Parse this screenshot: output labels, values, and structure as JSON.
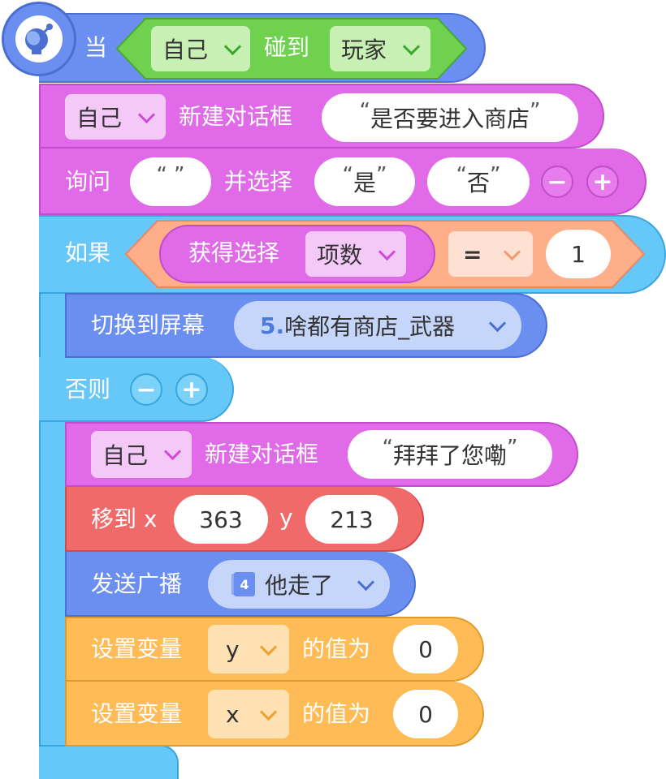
{
  "hat": {
    "when_label": "当",
    "self_dropdown": "自己",
    "touch_label": "碰到",
    "target_dropdown": "玩家"
  },
  "say_block": {
    "actor_dropdown": "自己",
    "action_label": "新建对话框",
    "text": "是否要进入商店"
  },
  "ask_block": {
    "ask_label": "询问",
    "question_text": "",
    "choose_label": "并选择",
    "option1": "是",
    "option2": "否",
    "minus": "−",
    "plus": "+"
  },
  "if_block": {
    "if_label": "如果",
    "get_choice_label": "获得选择",
    "field_dropdown": "项数",
    "op_dropdown": "=",
    "compare_value": "1"
  },
  "switch_block": {
    "label": "切换到屏幕",
    "screen_number": "5.",
    "screen_name": "啥都有商店_武器"
  },
  "else_block": {
    "label": "否则",
    "minus": "−",
    "plus": "+"
  },
  "say_block2": {
    "actor_dropdown": "自己",
    "action_label": "新建对话框",
    "text": "拜拜了您嘞"
  },
  "move_block": {
    "label": "移到 x",
    "x_value": "363",
    "y_label": "y",
    "y_value": "213"
  },
  "broadcast_block": {
    "label": "发送广播",
    "message_number": "4",
    "message_name": "他走了"
  },
  "setvar1": {
    "label": "设置变量",
    "var_dropdown": "y",
    "value_label": "的值为",
    "value": "0"
  },
  "setvar2": {
    "label": "设置变量",
    "var_dropdown": "x",
    "value_label": "的值为",
    "value": "0"
  },
  "colors": {
    "event_blue": "#6b8ff0",
    "looks_magenta": "#e06ae8",
    "control_cyan": "#6cc8f5",
    "operator_salmon": "#ffae8a",
    "motion_red": "#f06a6a",
    "variable_orange": "#ffbb55",
    "sensing_green": "#6fd14f"
  }
}
